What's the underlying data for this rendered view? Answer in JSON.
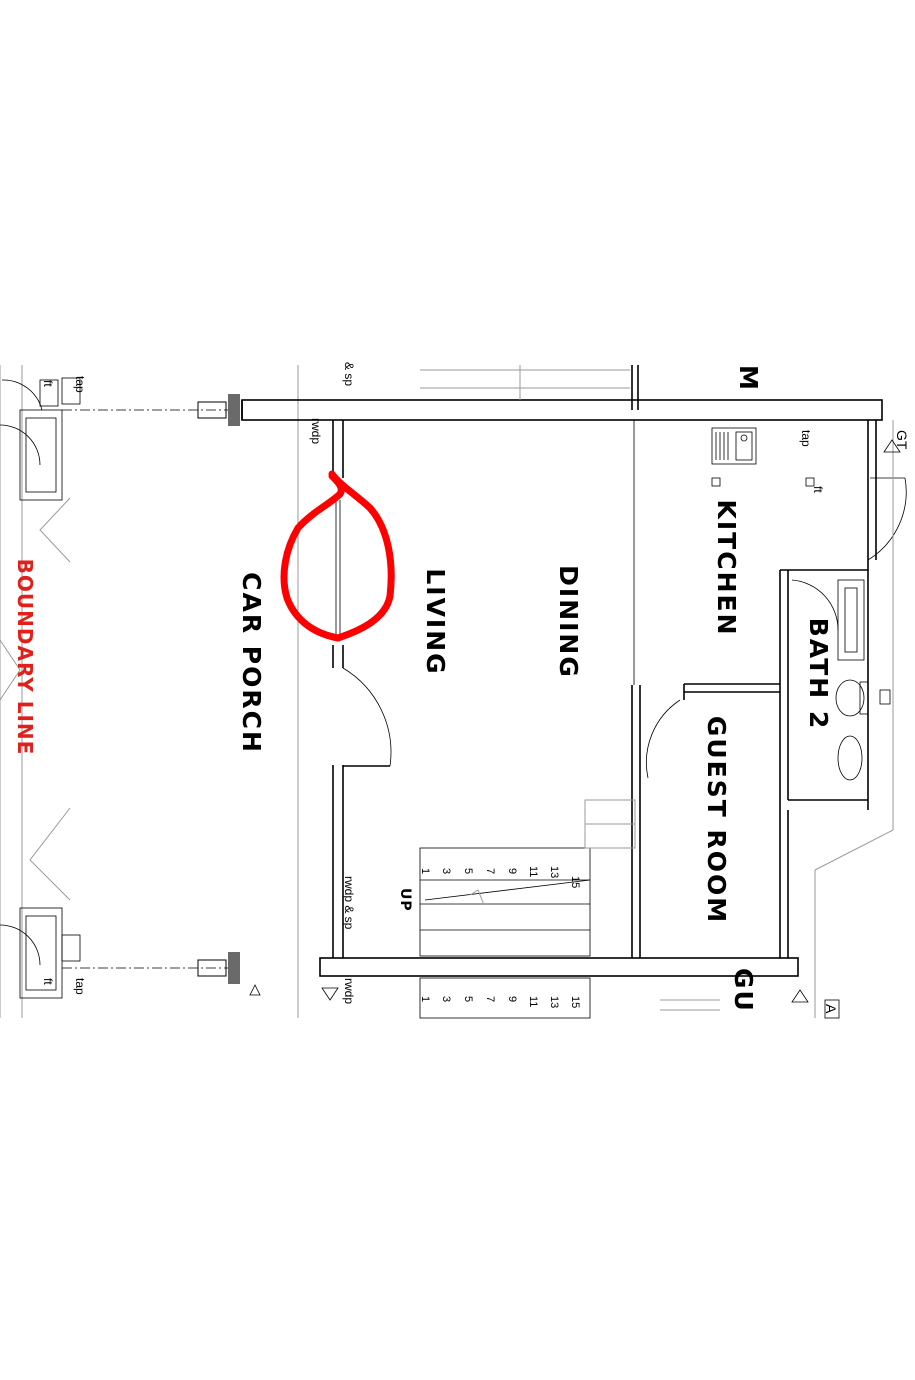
{
  "rooms": {
    "car_porch": "CAR PORCH",
    "living": "LIVING",
    "dining": "DINING",
    "kitchen": "KITCHEN",
    "bath2": "BATH 2",
    "guest_room": "GUEST ROOM",
    "guest_partial": "GU",
    "top_partial": "M"
  },
  "boundary_line": "BOUNDARY LINE",
  "labels": {
    "tap_left_top": "tap",
    "ft_left_top": "ft",
    "tap_left_bottom": "tap",
    "ft_left_bottom": "ft",
    "sp_top": "& sp",
    "rwdp_top": "rwdp",
    "rwdp_sp_bottom": "rwdp & sp",
    "rwdp_bottom": "rwdp",
    "up": "UP",
    "kitchen_tap": "tap",
    "kitchen_ft": "ft",
    "gt": "GT",
    "a_partial": "A"
  },
  "stairs": {
    "steps_upper": [
      "15",
      "13",
      "11",
      "9",
      "7",
      "5",
      "3",
      "1"
    ],
    "steps_lower": [
      "15",
      "13",
      "11",
      "9",
      "7",
      "5",
      "3",
      "1"
    ]
  },
  "colors": {
    "annotation": "#ff0000",
    "boundary_text": "#e0201b",
    "wall": "#000000"
  }
}
